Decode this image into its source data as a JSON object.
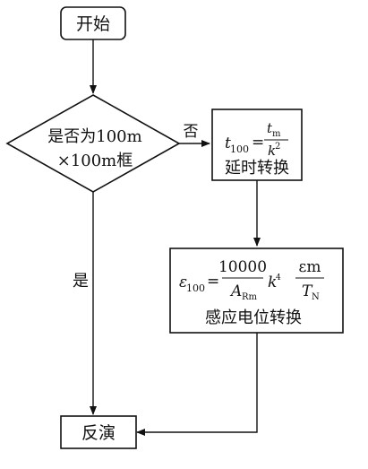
{
  "flowchart": {
    "start": "开始",
    "decision_line1": "是否为100m",
    "decision_line2": "×100m框",
    "edge_no": "否",
    "edge_yes": "是",
    "time_formula": {
      "lhs_var": "t",
      "lhs_sub": "100",
      "eq": "=",
      "num_var": "t",
      "num_sub": "m",
      "den_var": "k",
      "den_sup": "2"
    },
    "time_label": "延时转换",
    "potential_formula": {
      "lhs_var": "ε",
      "lhs_sub": "100",
      "eq": "=",
      "num1": "10000",
      "den1_var": "A",
      "den1_sub": "Rm",
      "k_var": "k",
      "k_sup": "4",
      "num2": "εm",
      "den2_var": "T",
      "den2_sub": "N"
    },
    "potential_label": "感应电位转换",
    "end": "反演"
  },
  "colors": {
    "stroke": "#111111",
    "background": "#ffffff"
  }
}
